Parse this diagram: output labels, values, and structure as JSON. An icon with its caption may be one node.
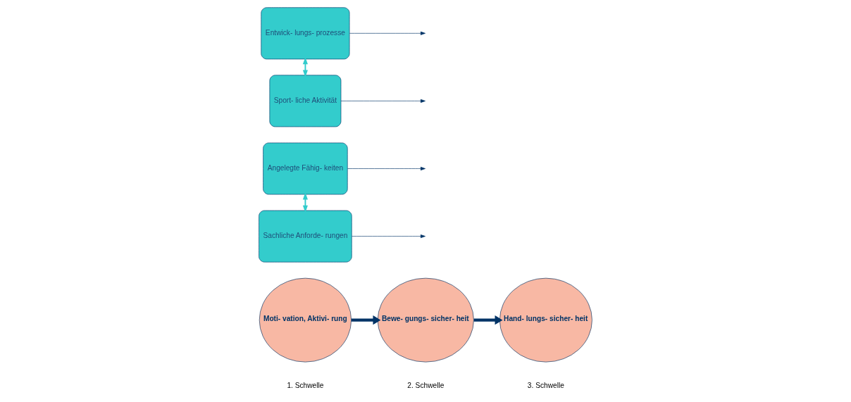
{
  "diagram": {
    "nodes": [
      {
        "text": [
          "Moti- vation, Aktivi- rung"
        ]
      },
      {
        "text": [
          "Angelegte Fähig- keiten"
        ]
      },
      {
        "text": [
          "Sachliche Anforde- rungen"
        ]
      },
      {
        "text": [
          "Bewe- gungs- sicher- heit"
        ]
      },
      {
        "text": [
          "Entwick- lungs- prozesse"
        ]
      },
      {
        "text": [
          "Sport- liche Aktivität"
        ]
      },
      {
        "text": [
          "Hand- lungs- sicher- heit"
        ]
      }
    ],
    "edges": [
      {
        "from": 0,
        "to": 3,
        "arrow": "to",
        "style": "thick"
      },
      {
        "from": 1,
        "to": 2,
        "arrow": "both",
        "color": "#33cccc"
      },
      {
        "from": 1,
        "to": null,
        "arrow": "to"
      },
      {
        "from": 2,
        "to": null,
        "arrow": "to"
      },
      {
        "from": 3,
        "to": 6,
        "arrow": "to",
        "style": "thick"
      },
      {
        "from": 4,
        "to": 5,
        "arrow": "both",
        "color": "#33cccc"
      },
      {
        "from": 4,
        "to": null,
        "arrow": "to"
      },
      {
        "from": 5,
        "to": null,
        "arrow": "to"
      }
    ],
    "labels": [
      "1. Schwelle",
      "2. Schwelle",
      "3. Schwelle"
    ]
  }
}
